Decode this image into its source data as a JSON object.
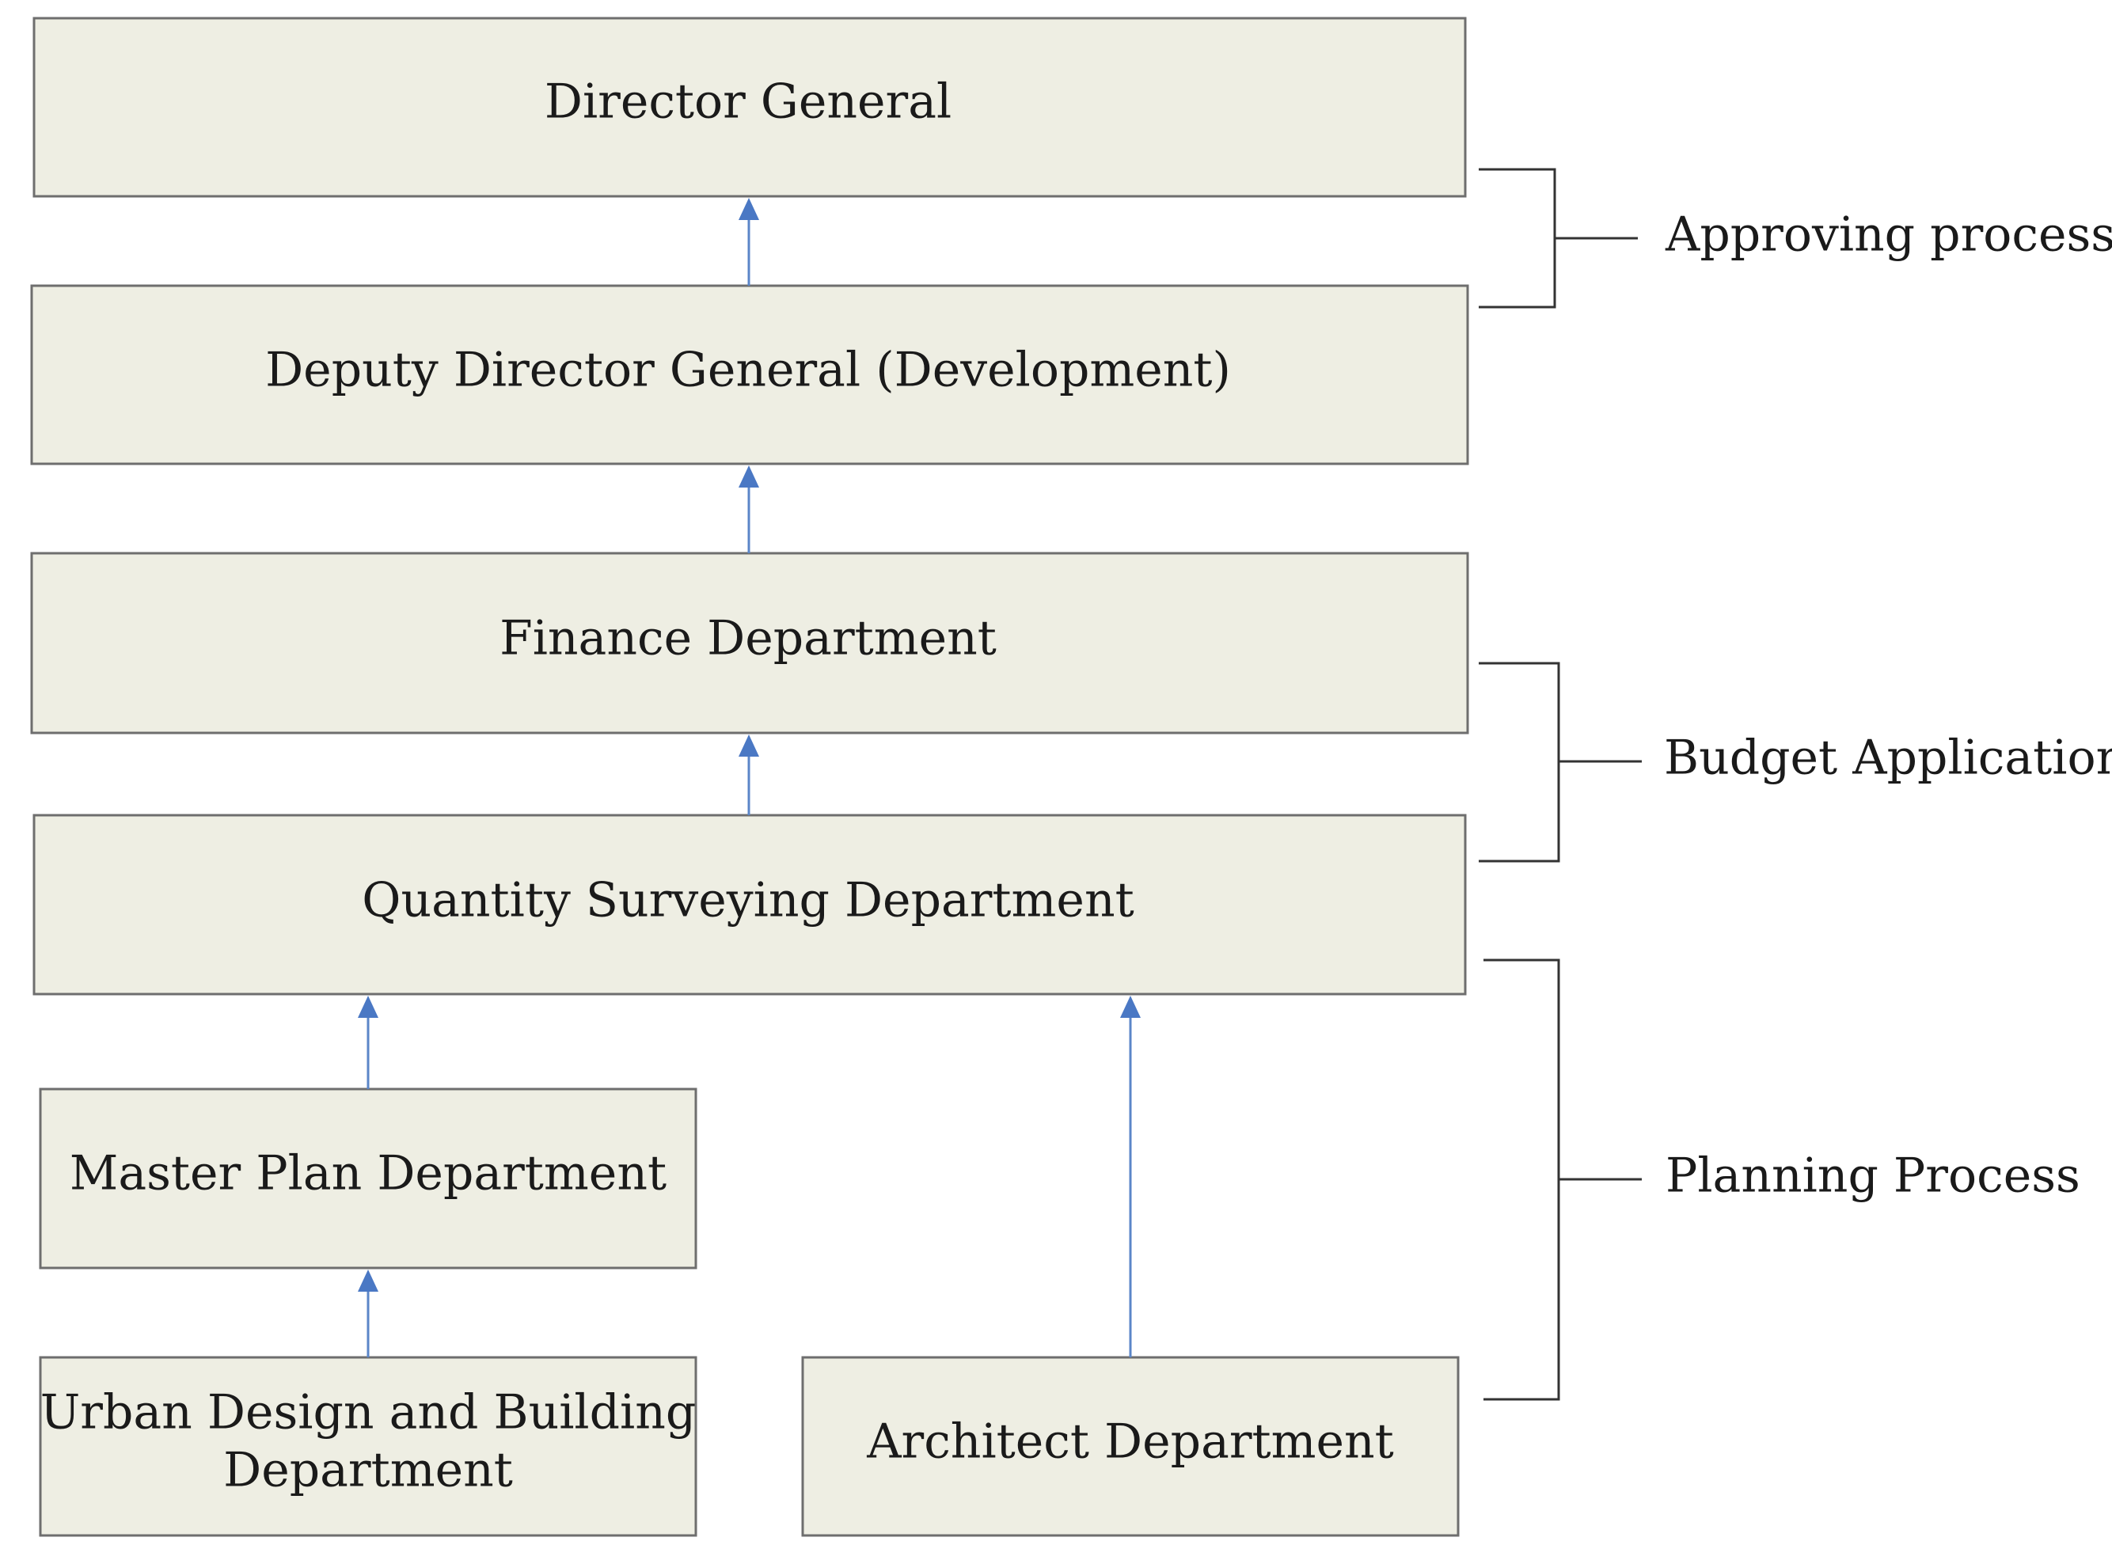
{
  "nodes": {
    "director_general": "Director General",
    "deputy_director_general": "Deputy Director General (Development)",
    "finance_department": "Finance Department",
    "quantity_surveying_department": "Quantity Surveying Department",
    "master_plan_department": "Master Plan Department",
    "urban_design_line1": "Urban Design and Building",
    "urban_design_line2": "Department",
    "architect_department": "Architect Department"
  },
  "brackets": {
    "approving": "Approving process",
    "budget": "Budget Application",
    "planning": "Planning Process"
  },
  "colors": {
    "box_fill": "#eeeee3",
    "box_stroke": "#6e6e6e",
    "arrow": "#4a78c4",
    "bracket": "#333333"
  }
}
